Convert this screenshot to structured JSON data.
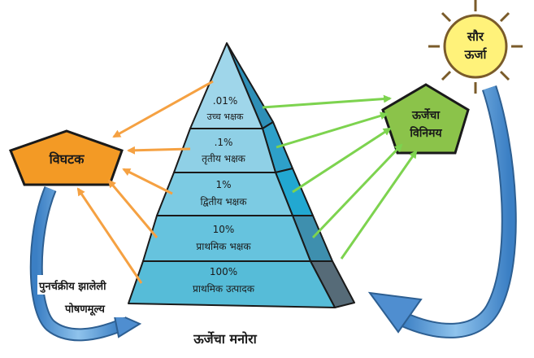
{
  "diagram": {
    "title": "ऊर्जेचा मनोरा",
    "sun": {
      "line1": "सौर",
      "line2": "ऊर्जा"
    },
    "decomposer": "विघटक",
    "exchange": {
      "line1": "ऊर्जेचा",
      "line2": "विनिमय"
    },
    "recycle": {
      "line1": "पुनर्चक्रीय झालेली",
      "line2": "पोषणमूल्य"
    },
    "levels": [
      {
        "percent": ".01%",
        "name": "उच्च भक्षक"
      },
      {
        "percent": ".1%",
        "name": "तृतीय भक्षक"
      },
      {
        "percent": "1%",
        "name": "द्वितीय भक्षक"
      },
      {
        "percent": "10%",
        "name": "प्राथमिक भक्षक"
      },
      {
        "percent": "100%",
        "name": "प्राथमिक उत्पादक"
      }
    ],
    "colors": {
      "pyramid_front": [
        "#9fd6ea",
        "#8fd0e6",
        "#7ccbe3",
        "#66c3de",
        "#56bcd8"
      ],
      "pyramid_side": [
        "#2e8fb7",
        "#2ea0c9",
        "#22a8d1",
        "#3e8fae",
        "#566b78"
      ],
      "orange_arrow": "#f5a142",
      "green_arrow": "#7dd34f",
      "blue_arrow": "#4f8ed0",
      "decomposer_fill": "#f39a25",
      "exchange_fill": "#8bc34a",
      "sun_fill": "#fff27a"
    }
  }
}
